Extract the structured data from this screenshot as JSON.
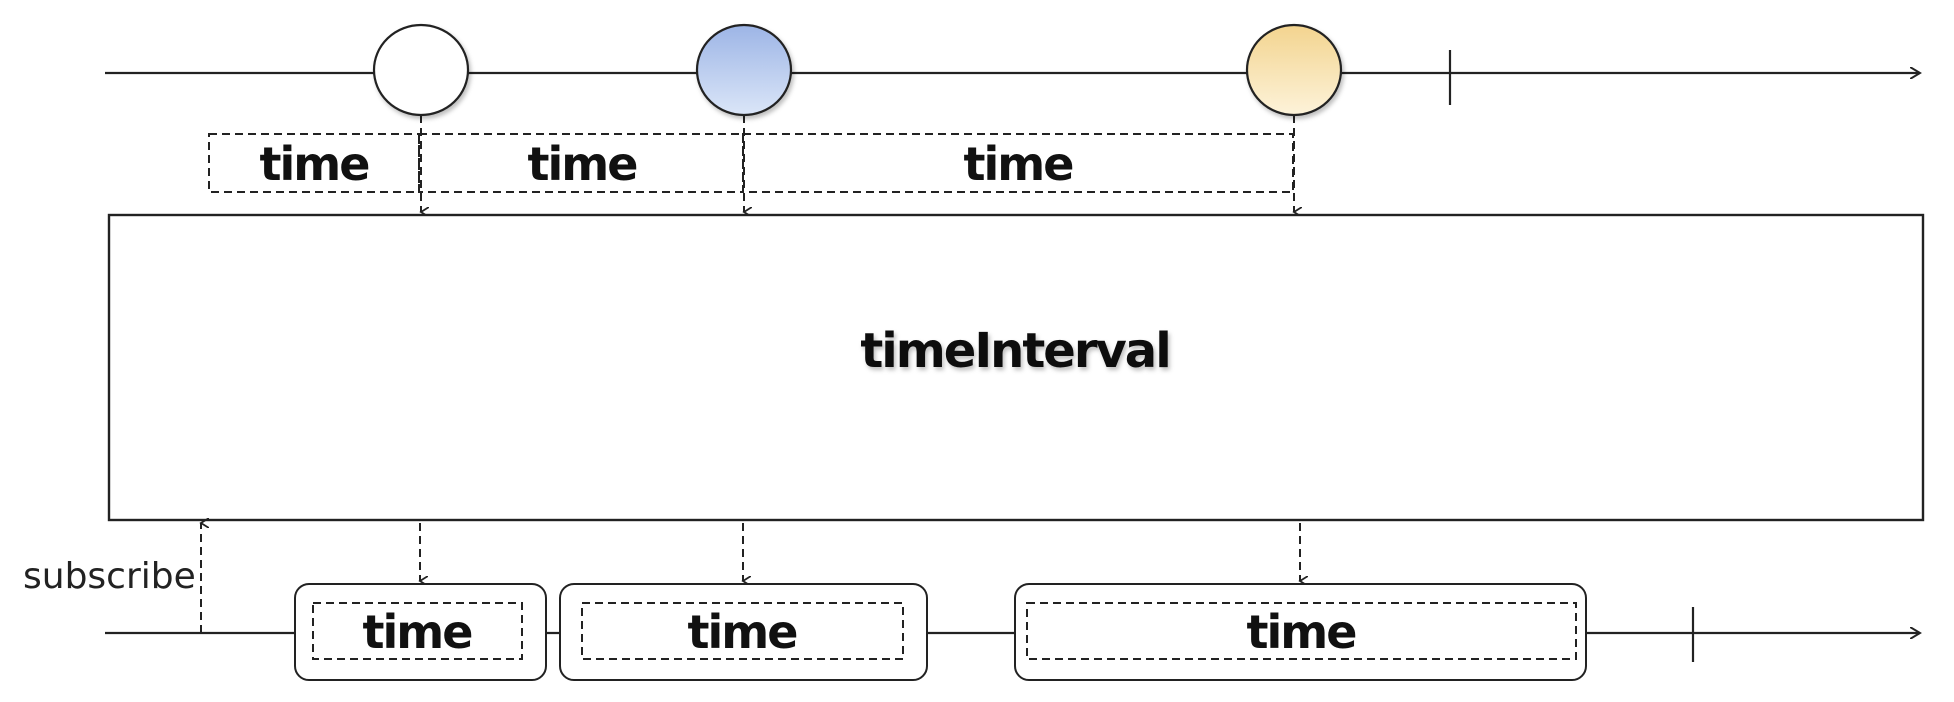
{
  "operator": {
    "label": "timeInterval"
  },
  "input_timeline": {
    "marbles": [
      {
        "color_top": "#ffffff",
        "color_bottom": "#ffffff"
      },
      {
        "color_top": "#9db5e6",
        "color_bottom": "#dbe6f8"
      },
      {
        "color_top": "#f3d48f",
        "color_bottom": "#fdf3da"
      }
    ],
    "time_labels": [
      "time",
      "time",
      "time"
    ]
  },
  "output_timeline": {
    "items": [
      "time",
      "time",
      "time"
    ],
    "subscribe_label": "subscribe"
  }
}
